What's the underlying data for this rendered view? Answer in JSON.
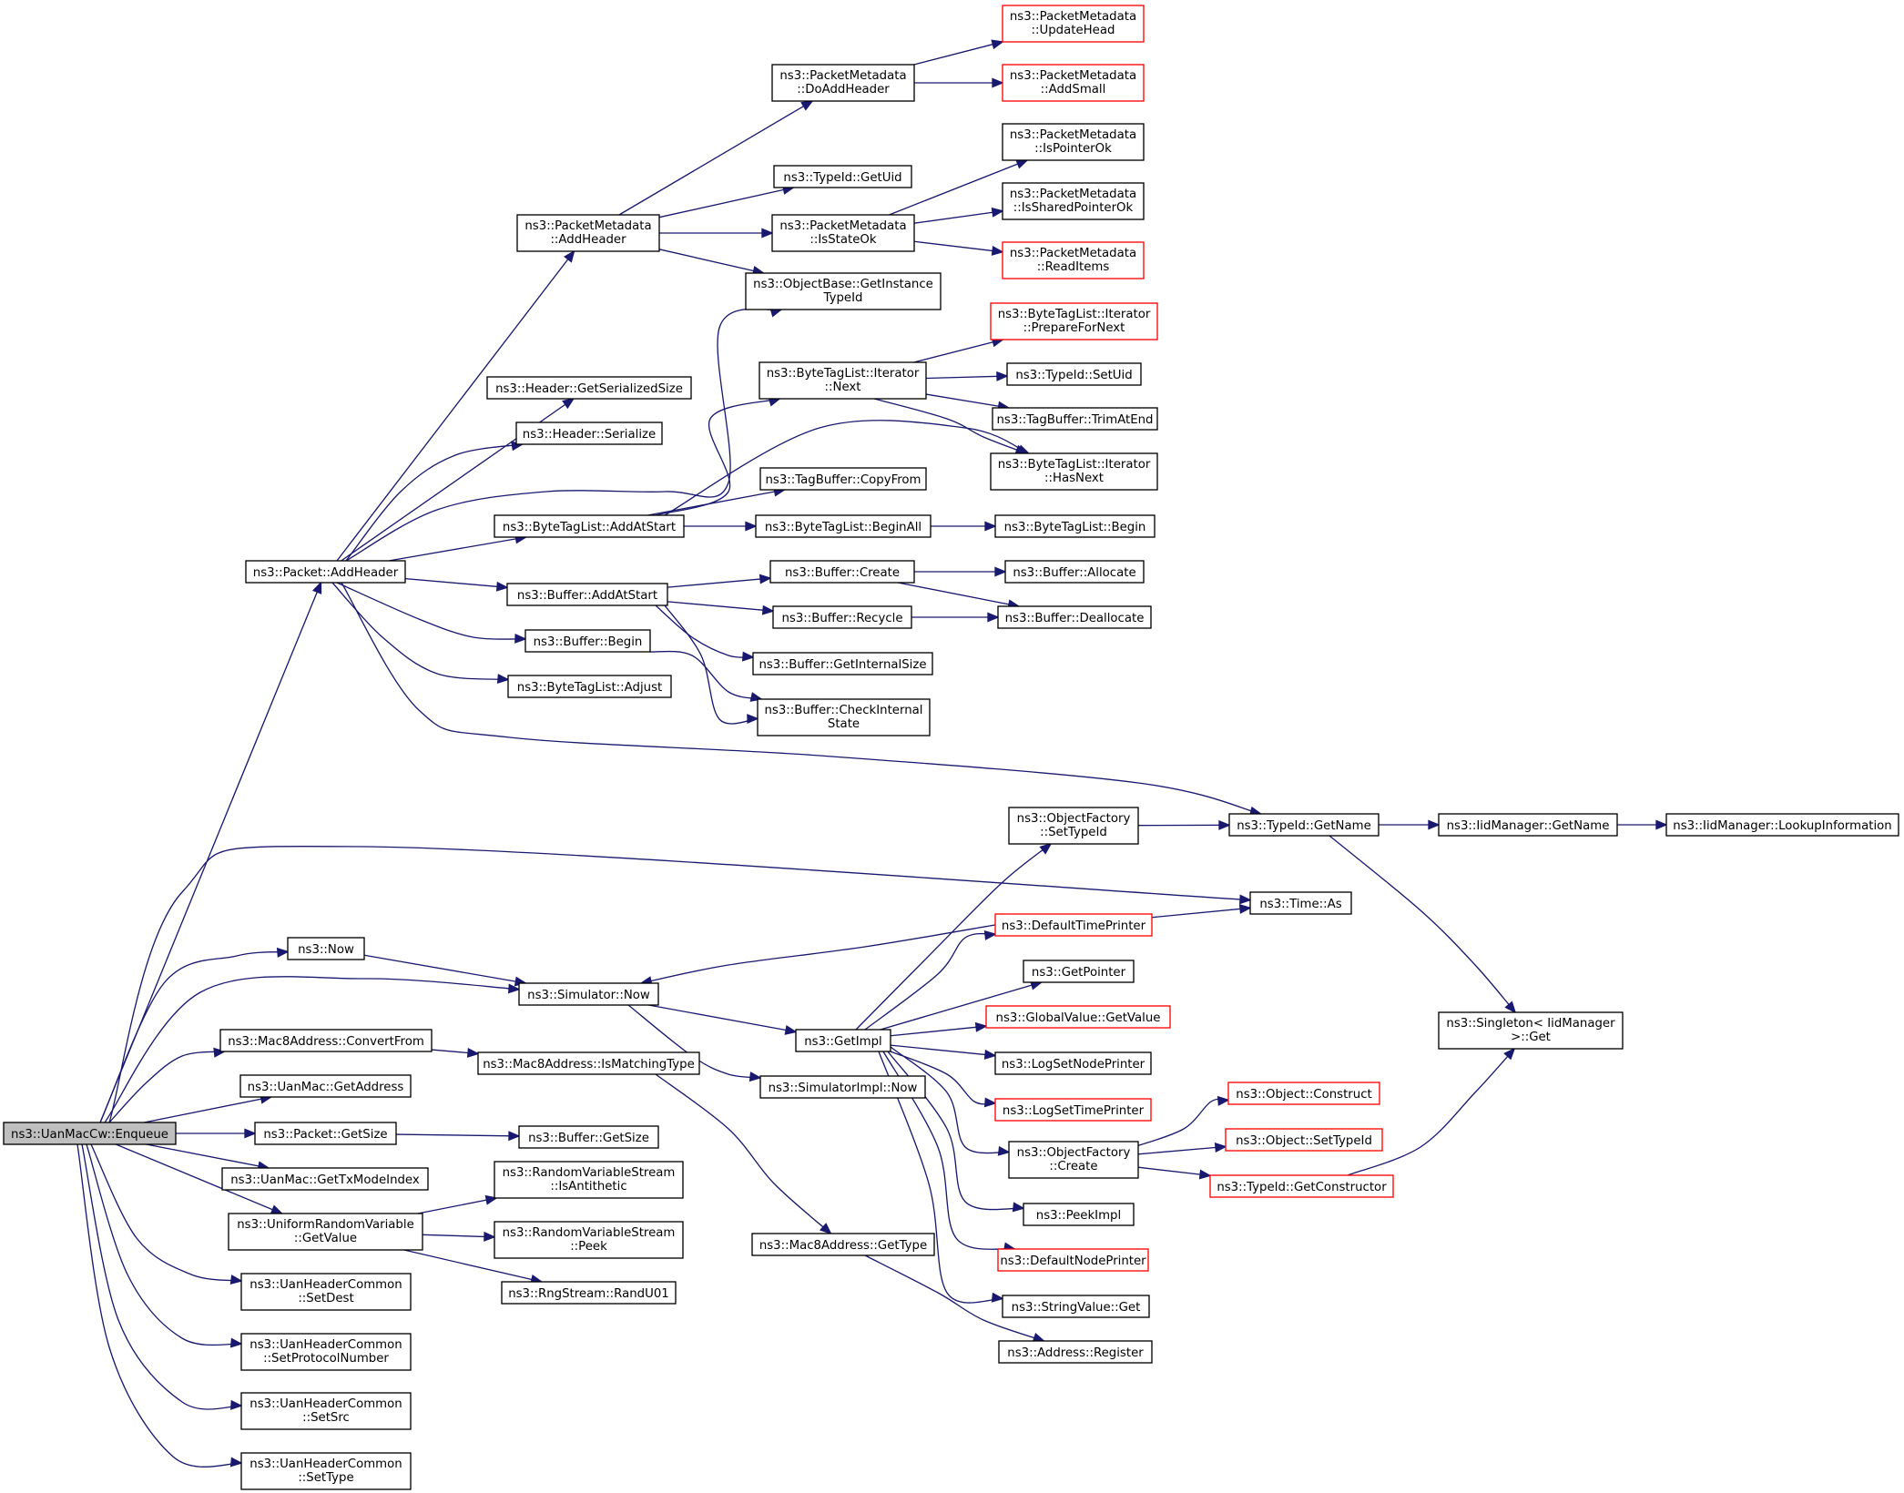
{
  "colors": {
    "edge": "#191970",
    "node_border": "#000000",
    "node_incomplete_border": "#ff0000",
    "root_fill": "#bfbfbf",
    "node_fill": "#ffffff"
  },
  "nodes": [
    {
      "id": "enqueue",
      "lines": [
        "ns3::UanMacCw::Enqueue"
      ],
      "style": "root"
    },
    {
      "id": "pkt_addheader",
      "lines": [
        "ns3::Packet::AddHeader"
      ],
      "style": "normal"
    },
    {
      "id": "pm_addheader",
      "lines": [
        "ns3::PacketMetadata",
        "::AddHeader"
      ],
      "style": "normal"
    },
    {
      "id": "pm_doaddheader",
      "lines": [
        "ns3::PacketMetadata",
        "::DoAddHeader"
      ],
      "style": "normal"
    },
    {
      "id": "pm_updatehead",
      "lines": [
        "ns3::PacketMetadata",
        "::UpdateHead"
      ],
      "style": "red"
    },
    {
      "id": "pm_addsmall",
      "lines": [
        "ns3::PacketMetadata",
        "::AddSmall"
      ],
      "style": "red"
    },
    {
      "id": "typeid_getuid",
      "lines": [
        "ns3::TypeId::GetUid"
      ],
      "style": "normal"
    },
    {
      "id": "pm_isstateok",
      "lines": [
        "ns3::PacketMetadata",
        "::IsStateOk"
      ],
      "style": "normal"
    },
    {
      "id": "pm_ispointerok",
      "lines": [
        "ns3::PacketMetadata",
        "::IsPointerOk"
      ],
      "style": "normal"
    },
    {
      "id": "pm_issharedpointerok",
      "lines": [
        "ns3::PacketMetadata",
        "::IsSharedPointerOk"
      ],
      "style": "normal"
    },
    {
      "id": "pm_readitems",
      "lines": [
        "ns3::PacketMetadata",
        "::ReadItems"
      ],
      "style": "red"
    },
    {
      "id": "ob_getinstancetypeid",
      "lines": [
        "ns3::ObjectBase::GetInstance",
        "TypeId"
      ],
      "style": "normal"
    },
    {
      "id": "btli_preparefornext",
      "lines": [
        "ns3::ByteTagList::Iterator",
        "::PrepareForNext"
      ],
      "style": "red"
    },
    {
      "id": "typeid_setuid",
      "lines": [
        "ns3::TypeId::SetUid"
      ],
      "style": "normal"
    },
    {
      "id": "btli_next",
      "lines": [
        "ns3::ByteTagList::Iterator",
        "::Next"
      ],
      "style": "normal"
    },
    {
      "id": "tagbuffer_trimatend",
      "lines": [
        "ns3::TagBuffer::TrimAtEnd"
      ],
      "style": "normal"
    },
    {
      "id": "btli_hasnext",
      "lines": [
        "ns3::ByteTagList::Iterator",
        "::HasNext"
      ],
      "style": "normal"
    },
    {
      "id": "header_getserializedsize",
      "lines": [
        "ns3::Header::GetSerializedSize"
      ],
      "style": "normal"
    },
    {
      "id": "header_serialize",
      "lines": [
        "ns3::Header::Serialize"
      ],
      "style": "normal"
    },
    {
      "id": "tagbuffer_copyfrom",
      "lines": [
        "ns3::TagBuffer::CopyFrom"
      ],
      "style": "normal"
    },
    {
      "id": "btl_addatstart",
      "lines": [
        "ns3::ByteTagList::AddAtStart"
      ],
      "style": "normal"
    },
    {
      "id": "btl_beginall",
      "lines": [
        "ns3::ByteTagList::BeginAll"
      ],
      "style": "normal"
    },
    {
      "id": "btl_begin",
      "lines": [
        "ns3::ByteTagList::Begin"
      ],
      "style": "normal"
    },
    {
      "id": "buffer_create",
      "lines": [
        "ns3::Buffer::Create"
      ],
      "style": "normal"
    },
    {
      "id": "buffer_allocate",
      "lines": [
        "ns3::Buffer::Allocate"
      ],
      "style": "normal"
    },
    {
      "id": "buffer_addatstart",
      "lines": [
        "ns3::Buffer::AddAtStart"
      ],
      "style": "normal"
    },
    {
      "id": "buffer_recycle",
      "lines": [
        "ns3::Buffer::Recycle"
      ],
      "style": "normal"
    },
    {
      "id": "buffer_deallocate",
      "lines": [
        "ns3::Buffer::Deallocate"
      ],
      "style": "normal"
    },
    {
      "id": "buffer_begin",
      "lines": [
        "ns3::Buffer::Begin"
      ],
      "style": "normal"
    },
    {
      "id": "buffer_getinternalsize",
      "lines": [
        "ns3::Buffer::GetInternalSize"
      ],
      "style": "normal"
    },
    {
      "id": "btl_adjust",
      "lines": [
        "ns3::ByteTagList::Adjust"
      ],
      "style": "normal"
    },
    {
      "id": "buffer_checkinternalstate",
      "lines": [
        "ns3::Buffer::CheckInternal",
        "State"
      ],
      "style": "normal"
    },
    {
      "id": "of_settypeid",
      "lines": [
        "ns3::ObjectFactory",
        "::SetTypeId"
      ],
      "style": "normal"
    },
    {
      "id": "typeid_getname",
      "lines": [
        "ns3::TypeId::GetName"
      ],
      "style": "normal"
    },
    {
      "id": "iidmanager_getname",
      "lines": [
        "ns3::IidManager::GetName"
      ],
      "style": "normal"
    },
    {
      "id": "iidmanager_lookupinformation",
      "lines": [
        "ns3::IidManager::LookupInformation"
      ],
      "style": "normal"
    },
    {
      "id": "time_as",
      "lines": [
        "ns3::Time::As"
      ],
      "style": "normal"
    },
    {
      "id": "defaulttimeprinter",
      "lines": [
        "ns3::DefaultTimePrinter"
      ],
      "style": "red"
    },
    {
      "id": "now",
      "lines": [
        "ns3::Now"
      ],
      "style": "normal"
    },
    {
      "id": "simulator_now",
      "lines": [
        "ns3::Simulator::Now"
      ],
      "style": "normal"
    },
    {
      "id": "getpointer",
      "lines": [
        "ns3::GetPointer"
      ],
      "style": "normal"
    },
    {
      "id": "globalvalue_getvalue",
      "lines": [
        "ns3::GlobalValue::GetValue"
      ],
      "style": "red"
    },
    {
      "id": "singleton_get",
      "lines": [
        "ns3::Singleton< IidManager",
        " >::Get"
      ],
      "style": "normal"
    },
    {
      "id": "mac8_convertfrom",
      "lines": [
        "ns3::Mac8Address::ConvertFrom"
      ],
      "style": "normal"
    },
    {
      "id": "getimpl",
      "lines": [
        "ns3::GetImpl"
      ],
      "style": "normal"
    },
    {
      "id": "mac8_ismatchingtype",
      "lines": [
        "ns3::Mac8Address::IsMatchingType"
      ],
      "style": "normal"
    },
    {
      "id": "logsetnodeprinter",
      "lines": [
        "ns3::LogSetNodePrinter"
      ],
      "style": "normal"
    },
    {
      "id": "uanmac_getaddress",
      "lines": [
        "ns3::UanMac::GetAddress"
      ],
      "style": "normal"
    },
    {
      "id": "simulatorimpl_now",
      "lines": [
        "ns3::SimulatorImpl::Now"
      ],
      "style": "normal"
    },
    {
      "id": "object_construct",
      "lines": [
        "ns3::Object::Construct"
      ],
      "style": "red"
    },
    {
      "id": "logsettimeprinter",
      "lines": [
        "ns3::LogSetTimePrinter"
      ],
      "style": "red"
    },
    {
      "id": "packet_getsize",
      "lines": [
        "ns3::Packet::GetSize"
      ],
      "style": "normal"
    },
    {
      "id": "buffer_getsize",
      "lines": [
        "ns3::Buffer::GetSize"
      ],
      "style": "normal"
    },
    {
      "id": "object_settypeid",
      "lines": [
        "ns3::Object::SetTypeId"
      ],
      "style": "red"
    },
    {
      "id": "of_create",
      "lines": [
        "ns3::ObjectFactory",
        "::Create"
      ],
      "style": "normal"
    },
    {
      "id": "uanmac_gettxmodeindex",
      "lines": [
        "ns3::UanMac::GetTxModeIndex"
      ],
      "style": "normal"
    },
    {
      "id": "rvs_isantithetic",
      "lines": [
        "ns3::RandomVariableStream",
        "::IsAntithetic"
      ],
      "style": "normal"
    },
    {
      "id": "typeid_getconstructor",
      "lines": [
        "ns3::TypeId::GetConstructor"
      ],
      "style": "red"
    },
    {
      "id": "urv_getvalue",
      "lines": [
        "ns3::UniformRandomVariable",
        "::GetValue"
      ],
      "style": "normal"
    },
    {
      "id": "rvs_peek",
      "lines": [
        "ns3::RandomVariableStream",
        "::Peek"
      ],
      "style": "normal"
    },
    {
      "id": "peekimpl",
      "lines": [
        "ns3::PeekImpl"
      ],
      "style": "normal"
    },
    {
      "id": "mac8_gettype",
      "lines": [
        "ns3::Mac8Address::GetType"
      ],
      "style": "normal"
    },
    {
      "id": "rngstream_randu01",
      "lines": [
        "ns3::RngStream::RandU01"
      ],
      "style": "normal"
    },
    {
      "id": "defaultnodeprinter",
      "lines": [
        "ns3::DefaultNodePrinter"
      ],
      "style": "red"
    },
    {
      "id": "uhc_setdest",
      "lines": [
        "ns3::UanHeaderCommon",
        "::SetDest"
      ],
      "style": "normal"
    },
    {
      "id": "stringvalue_get",
      "lines": [
        "ns3::StringValue::Get"
      ],
      "style": "normal"
    },
    {
      "id": "uhc_setprotocolnumber",
      "lines": [
        "ns3::UanHeaderCommon",
        "::SetProtocolNumber"
      ],
      "style": "normal"
    },
    {
      "id": "address_register",
      "lines": [
        "ns3::Address::Register"
      ],
      "style": "normal"
    },
    {
      "id": "uhc_setsrc",
      "lines": [
        "ns3::UanHeaderCommon",
        "::SetSrc"
      ],
      "style": "normal"
    },
    {
      "id": "uhc_settype",
      "lines": [
        "ns3::UanHeaderCommon",
        "::SetType"
      ],
      "style": "normal"
    }
  ],
  "edges": [
    {
      "from": "enqueue",
      "to": "pkt_addheader"
    },
    {
      "from": "enqueue",
      "to": "time_as"
    },
    {
      "from": "enqueue",
      "to": "now"
    },
    {
      "from": "enqueue",
      "to": "simulator_now"
    },
    {
      "from": "enqueue",
      "to": "mac8_convertfrom"
    },
    {
      "from": "enqueue",
      "to": "uanmac_getaddress"
    },
    {
      "from": "enqueue",
      "to": "packet_getsize"
    },
    {
      "from": "enqueue",
      "to": "uanmac_gettxmodeindex"
    },
    {
      "from": "enqueue",
      "to": "urv_getvalue"
    },
    {
      "from": "enqueue",
      "to": "uhc_setdest"
    },
    {
      "from": "enqueue",
      "to": "uhc_setprotocolnumber"
    },
    {
      "from": "enqueue",
      "to": "uhc_setsrc"
    },
    {
      "from": "enqueue",
      "to": "uhc_settype"
    },
    {
      "from": "pkt_addheader",
      "to": "pm_addheader"
    },
    {
      "from": "pkt_addheader",
      "to": "ob_getinstancetypeid"
    },
    {
      "from": "pkt_addheader",
      "to": "header_getserializedsize"
    },
    {
      "from": "pkt_addheader",
      "to": "header_serialize"
    },
    {
      "from": "pkt_addheader",
      "to": "btl_addatstart"
    },
    {
      "from": "pkt_addheader",
      "to": "buffer_addatstart"
    },
    {
      "from": "pkt_addheader",
      "to": "buffer_begin"
    },
    {
      "from": "pkt_addheader",
      "to": "btl_adjust"
    },
    {
      "from": "pkt_addheader",
      "to": "typeid_getname"
    },
    {
      "from": "pm_addheader",
      "to": "pm_doaddheader"
    },
    {
      "from": "pm_addheader",
      "to": "typeid_getuid"
    },
    {
      "from": "pm_addheader",
      "to": "pm_isstateok"
    },
    {
      "from": "pm_addheader",
      "to": "ob_getinstancetypeid"
    },
    {
      "from": "pm_doaddheader",
      "to": "pm_updatehead"
    },
    {
      "from": "pm_doaddheader",
      "to": "pm_addsmall"
    },
    {
      "from": "pm_isstateok",
      "to": "pm_ispointerok"
    },
    {
      "from": "pm_isstateok",
      "to": "pm_issharedpointerok"
    },
    {
      "from": "pm_isstateok",
      "to": "pm_readitems"
    },
    {
      "from": "btl_addatstart",
      "to": "btli_next"
    },
    {
      "from": "btl_addatstart",
      "to": "btli_hasnext"
    },
    {
      "from": "btl_addatstart",
      "to": "tagbuffer_copyfrom"
    },
    {
      "from": "btl_addatstart",
      "to": "btl_beginall"
    },
    {
      "from": "btli_next",
      "to": "btli_preparefornext"
    },
    {
      "from": "btli_next",
      "to": "typeid_setuid"
    },
    {
      "from": "btli_next",
      "to": "tagbuffer_trimatend"
    },
    {
      "from": "btli_next",
      "to": "btli_hasnext"
    },
    {
      "from": "btl_beginall",
      "to": "btl_begin"
    },
    {
      "from": "buffer_addatstart",
      "to": "buffer_create"
    },
    {
      "from": "buffer_addatstart",
      "to": "buffer_recycle"
    },
    {
      "from": "buffer_addatstart",
      "to": "buffer_getinternalsize"
    },
    {
      "from": "buffer_addatstart",
      "to": "buffer_checkinternalstate"
    },
    {
      "from": "buffer_create",
      "to": "buffer_allocate"
    },
    {
      "from": "buffer_create",
      "to": "buffer_deallocate"
    },
    {
      "from": "buffer_recycle",
      "to": "buffer_deallocate"
    },
    {
      "from": "buffer_begin",
      "to": "buffer_checkinternalstate"
    },
    {
      "from": "typeid_getname",
      "to": "iidmanager_getname"
    },
    {
      "from": "typeid_getname",
      "to": "singleton_get"
    },
    {
      "from": "iidmanager_getname",
      "to": "iidmanager_lookupinformation"
    },
    {
      "from": "of_settypeid",
      "to": "typeid_getname"
    },
    {
      "from": "now",
      "to": "simulator_now"
    },
    {
      "from": "simulator_now",
      "to": "getimpl"
    },
    {
      "from": "simulator_now",
      "to": "simulatorimpl_now"
    },
    {
      "from": "defaulttimeprinter",
      "to": "time_as"
    },
    {
      "from": "defaulttimeprinter",
      "to": "simulator_now"
    },
    {
      "from": "getimpl",
      "to": "of_settypeid"
    },
    {
      "from": "getimpl",
      "to": "defaulttimeprinter"
    },
    {
      "from": "getimpl",
      "to": "getpointer"
    },
    {
      "from": "getimpl",
      "to": "globalvalue_getvalue"
    },
    {
      "from": "getimpl",
      "to": "logsetnodeprinter"
    },
    {
      "from": "getimpl",
      "to": "logsettimeprinter"
    },
    {
      "from": "getimpl",
      "to": "of_create"
    },
    {
      "from": "getimpl",
      "to": "peekimpl"
    },
    {
      "from": "getimpl",
      "to": "defaultnodeprinter"
    },
    {
      "from": "getimpl",
      "to": "stringvalue_get"
    },
    {
      "from": "of_create",
      "to": "object_construct"
    },
    {
      "from": "of_create",
      "to": "object_settypeid"
    },
    {
      "from": "of_create",
      "to": "typeid_getconstructor"
    },
    {
      "from": "typeid_getconstructor",
      "to": "singleton_get"
    },
    {
      "from": "mac8_convertfrom",
      "to": "mac8_ismatchingtype"
    },
    {
      "from": "mac8_ismatchingtype",
      "to": "mac8_gettype"
    },
    {
      "from": "mac8_gettype",
      "to": "address_register"
    },
    {
      "from": "packet_getsize",
      "to": "buffer_getsize"
    },
    {
      "from": "urv_getvalue",
      "to": "rvs_isantithetic"
    },
    {
      "from": "urv_getvalue",
      "to": "rvs_peek"
    },
    {
      "from": "urv_getvalue",
      "to": "rngstream_randu01"
    }
  ]
}
